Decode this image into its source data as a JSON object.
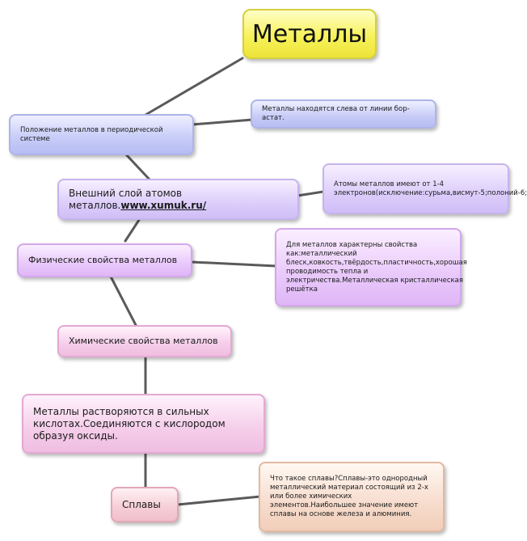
{
  "title": "Металлы",
  "nodes": {
    "position": "Положение металлов в периодической системе",
    "position_note": "Металлы находятся слева от линии бор-астат.",
    "outer_layer": "Внешний слой атомов металлов.",
    "outer_layer_link": "www.xumuk.ru/",
    "electrons_note": "Атомы металлов имеют от 1-4 электронов(исключение:сурьма,висмут-5;полоний-6;",
    "physical": "Физические свойства металлов",
    "physical_note": "Для металлов характерны свойства как:металлический блеск,ковкость,твёрдость,пластичность,хорошая проводимость тепла и электричества.Металлическая кристаллическая решётка",
    "chemical": "Химические свойства металлов",
    "chemical_note": "Металлы растворяются в сильных кислотах.Соединяются с кислородом образуя оксиды.",
    "alloys": "Сплавы",
    "alloys_note": "Что такое сплавы?Сплавы-это однородный металлический материал состоящий из 2-х или более химических элементов.Наибольшее значение имеют сплавы на основе железа и алюминия."
  },
  "colors": {
    "title": "#f7f25a",
    "blue": "#c6cbf8",
    "lilac": "#dccdfb",
    "violet": "#e9c9fb",
    "pink": "#f5cdea",
    "rose": "#f6cdd7",
    "peach": "#f7dccd",
    "connector": "#5a5a5a"
  }
}
